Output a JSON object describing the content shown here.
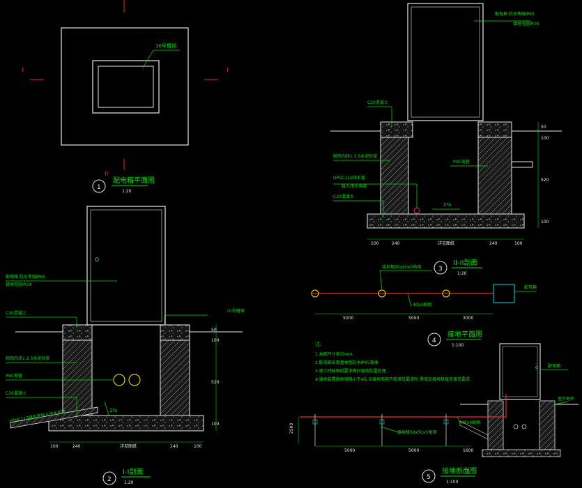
{
  "views": {
    "plan": {
      "number": "1",
      "title": "配电箱平面图",
      "scale": "1:20",
      "label_steel": "10号槽钢",
      "cut_mark_left": "I",
      "cut_mark_right": "I",
      "cut_mark_top": "II"
    },
    "section_1": {
      "number": "2",
      "title": "I-I剖面",
      "scale": "1:20",
      "label_box": "配电箱  防水等级IP65",
      "label_box2": "接地电阻IP2X",
      "label_c20_top": "C20混凝土",
      "label_steel": "10号槽钢",
      "label_wall": "砌砖内抹1:2.5水泥砂浆",
      "label_pvc": "PVC电管",
      "label_c20_base": "C20混凝土",
      "label_pipe": "UPVC110排水管接入排水系统",
      "slope": "2%",
      "dims_bottom": [
        "100",
        "240",
        "详见图纸",
        "240",
        "100"
      ],
      "dims_right": [
        "50",
        "100",
        "520",
        "100"
      ]
    },
    "section_2": {
      "number": "3",
      "title": "II-II剖面",
      "scale": "1:20",
      "label_box": "配电箱  防水等级IP65",
      "label_box2": "接地电阻IP2X",
      "label_c20_top": "C20混凝土",
      "label_wall": "砌砖内抹1:2.5水泥砂浆",
      "label_pipe": "UPVC110排水管",
      "label_pipe2": "接入排水系统",
      "label_pvc": "PVC电管",
      "label_c20_base": "C20混凝土",
      "slope": "2%",
      "dims_bottom": [
        "100",
        "240",
        "详见图纸",
        "240",
        "100"
      ],
      "dims_right": [
        "50",
        "100",
        "520",
        "100"
      ]
    },
    "ground_plan": {
      "number": "4",
      "title": "接地平面图",
      "scale": "1:100",
      "label_rod": "接地极50x50x5角钢",
      "label_flat": "-40x4扁钢",
      "label_box": "配电箱",
      "dims": [
        "5000",
        "5000",
        "3000"
      ]
    },
    "ground_section": {
      "number": "5",
      "title": "接地断面图",
      "scale": "1:100",
      "label_rod": "接地极50x50x5角钢",
      "label_flat": "-40x4扁钢",
      "label_box": "配电箱",
      "label_ground": "室外地坪",
      "dim_depth": "2500",
      "dims": [
        "5000",
        "5000",
        "1600"
      ]
    }
  },
  "notes": {
    "heading": "注:",
    "items": [
      "1.本图尺寸单位mm.",
      "2.配电箱采用基本型防水IP65箱体.",
      "3.施工时按图纸要求做好接地防雷处理.",
      "4.接地装置接地电阻小于4Ω,当接地电阻不能满足要求时,需增加接地极直至满足要求."
    ]
  },
  "colors": {
    "line": "#e8e8e8",
    "label": "#00e000",
    "accent": "#ff2020",
    "hatch": "#9a9a9a",
    "dim": "#00c8c8",
    "cyan": "#00e0e0",
    "yellow": "#ffee00",
    "magenta": "#ff40ff"
  }
}
